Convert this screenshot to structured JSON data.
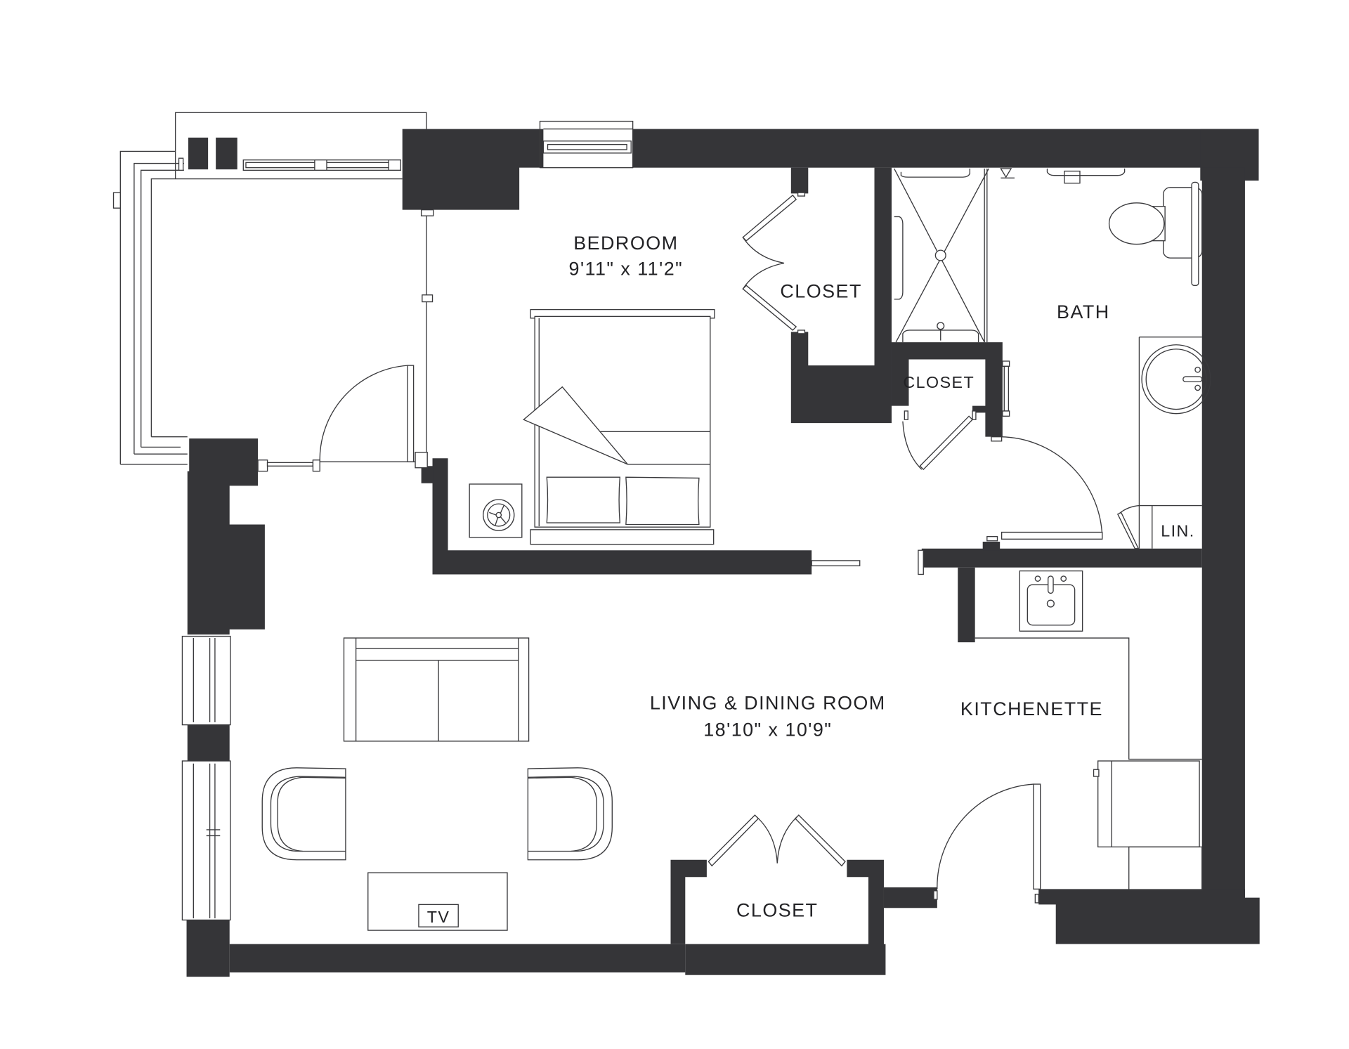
{
  "floor_plan": {
    "wall_color": "#353538",
    "line_color": "#3a3a3d",
    "background": "#ffffff",
    "rooms": [
      {
        "id": "bedroom",
        "name": "BEDROOM",
        "dimensions": "9'11\" x 11'2\""
      },
      {
        "id": "living",
        "name": "LIVING & DINING ROOM",
        "dimensions": "18'10\" x 10'9\""
      },
      {
        "id": "bath",
        "name": "BATH"
      },
      {
        "id": "kitchenette",
        "name": "KITCHENETTE"
      },
      {
        "id": "closet_bedroom",
        "name": "CLOSET"
      },
      {
        "id": "closet_bath",
        "name": "CLOSET"
      },
      {
        "id": "closet_living",
        "name": "CLOSET"
      },
      {
        "id": "linen",
        "name": "LIN."
      }
    ],
    "furniture": {
      "tv_label": "TV"
    }
  }
}
